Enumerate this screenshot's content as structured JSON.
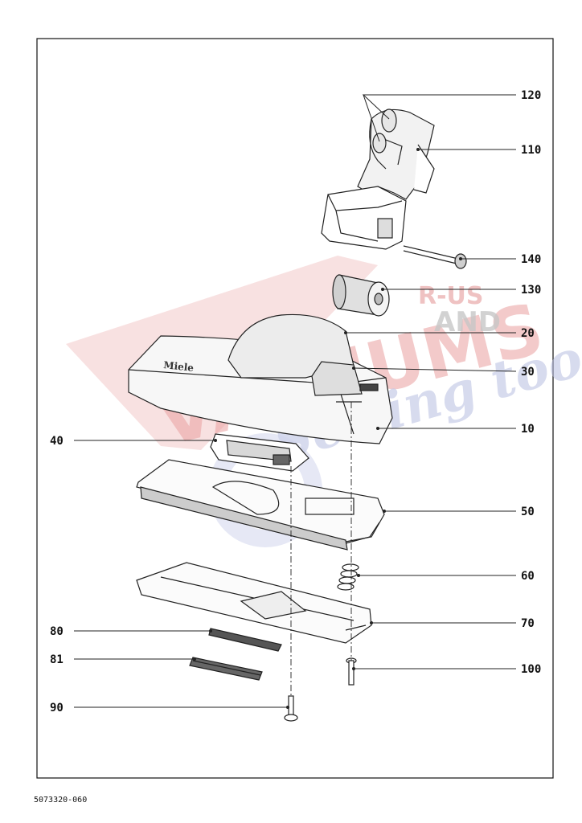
{
  "watermark": {
    "main": "VACUUMS",
    "top_right": "R-US",
    "middle": "AND",
    "script": "Sewing too",
    "colors": {
      "red": "#e8a6a6",
      "gray": "#bdbdbd",
      "blue": "#b7bde0"
    }
  },
  "parts": [
    {
      "id": "part-120",
      "label": "120"
    },
    {
      "id": "part-110",
      "label": "110"
    },
    {
      "id": "part-140",
      "label": "140"
    },
    {
      "id": "part-130",
      "label": "130"
    },
    {
      "id": "part-20",
      "label": "20"
    },
    {
      "id": "part-30",
      "label": "30"
    },
    {
      "id": "part-10",
      "label": "10"
    },
    {
      "id": "part-40",
      "label": "40"
    },
    {
      "id": "part-50",
      "label": "50"
    },
    {
      "id": "part-60",
      "label": "60"
    },
    {
      "id": "part-70",
      "label": "70"
    },
    {
      "id": "part-80",
      "label": "80"
    },
    {
      "id": "part-81",
      "label": "81"
    },
    {
      "id": "part-100",
      "label": "100"
    },
    {
      "id": "part-90",
      "label": "90"
    }
  ],
  "brand_on_part": "Miele",
  "document_number": "5073320-060"
}
